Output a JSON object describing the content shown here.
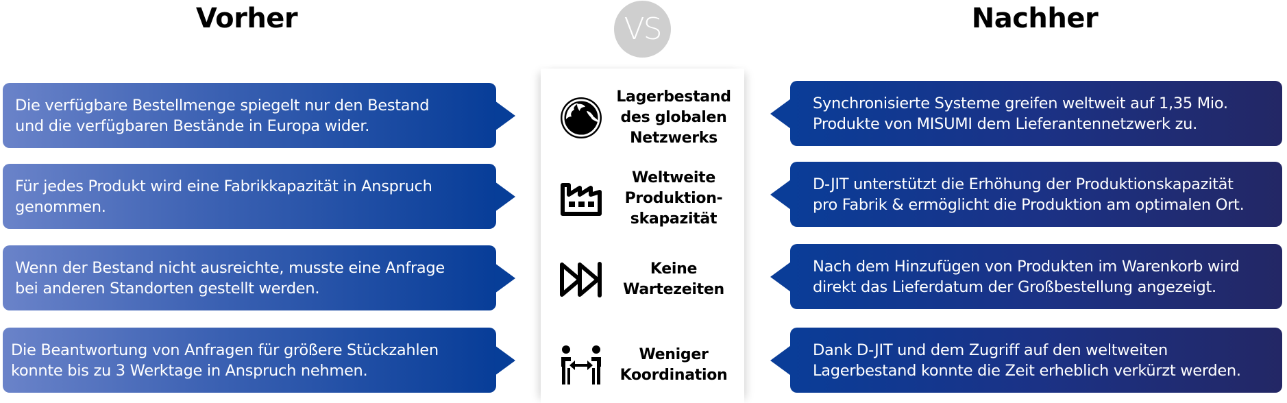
{
  "header": {
    "before_title": "Vorher",
    "vs_label": "VS",
    "after_title": "Nachher"
  },
  "before": [
    {
      "lines": [
        "Die verfügbare Bestellmenge spiegelt nur den Bestand",
        "und die verfügbaren Bestände in Europa wider."
      ]
    },
    {
      "lines": [
        "Für jedes Produkt wird eine Fabrikkapazität in Anspruch",
        "genommen."
      ]
    },
    {
      "lines": [
        "Wenn der Bestand nicht ausreichte, musste eine Anfrage",
        "bei anderen Standorten gestellt werden."
      ]
    },
    {
      "lines": [
        "Die Beantwortung von Anfragen für größere Stückzahlen",
        "konnte bis zu 3 Werktage in Anspruch nehmen."
      ]
    }
  ],
  "features": [
    {
      "icon": "globe-icon",
      "lines": [
        "Lagerbestand",
        "des globalen",
        "Netzwerks"
      ]
    },
    {
      "icon": "factory-icon",
      "lines": [
        "Weltweite",
        "Produktion-",
        "skapazität"
      ]
    },
    {
      "icon": "fast-forward-icon",
      "lines": [
        "Keine",
        "Wartezeiten"
      ]
    },
    {
      "icon": "people-exchange-icon",
      "lines": [
        "Weniger",
        "Koordination"
      ]
    }
  ],
  "after": [
    {
      "lines": [
        "Synchronisierte Systeme greifen weltweit auf 1,35 Mio.",
        "Produkte von MISUMI dem Lieferantennetzwerk zu."
      ]
    },
    {
      "lines": [
        "D-JIT unterstützt die Erhöhung der Produktionskapazität",
        "pro Fabrik & ermöglicht die Produktion am optimalen Ort."
      ]
    },
    {
      "lines": [
        "Nach dem Hinzufügen von Produkten im Warenkorb wird",
        "direkt das Lieferdatum der Großbestellung angezeigt."
      ]
    },
    {
      "lines": [
        "Dank D-JIT und dem Zugriff auf den weltweiten",
        "Lagerbestand konnte die Zeit erheblich verkürzt werden."
      ]
    }
  ],
  "colors": {
    "before_gradient_start": "#6a83c9",
    "before_gradient_end": "#073d98",
    "after_gradient_start": "#0a3d98",
    "after_gradient_end": "#232765",
    "vs_badge": "#cfcfcf"
  }
}
